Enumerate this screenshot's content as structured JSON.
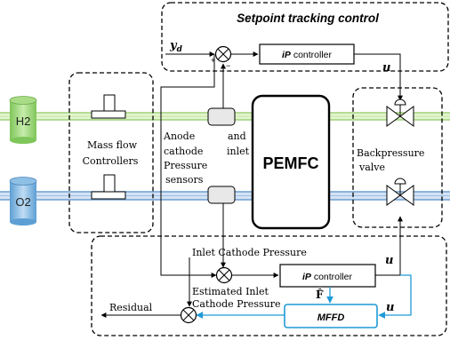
{
  "colors": {
    "h2_pipe": "#b8e08a",
    "h2_pipe_light": "#e4f5cf",
    "o2_pipe": "#7ea6d8",
    "o2_pipe_light": "#d3e3f5",
    "h2_tank": "#9fd97a",
    "o2_tank": "#8ec0e6",
    "mffd_blue": "#1f9ad6",
    "sensor_fill": "#e8e8e8"
  },
  "top_panel": {
    "title": "Setpoint tracking control"
  },
  "bottom_panel": {
    "inlet_cathode_label": "Inlet  Cathode Pressure",
    "estimated_label_line1": "Estimated Inlet",
    "estimated_label_line2": "Cathode Pressure",
    "residual_label": "Residual"
  },
  "signals": {
    "yd_base": "y",
    "yd_sub": "d",
    "u_top": "u",
    "u_bottom1": "u",
    "u_bottom2": "u",
    "f_hat": "F̂"
  },
  "controllers": {
    "top": {
      "prefix": "iP",
      "suffix": " controller"
    },
    "bottom": {
      "prefix": "iP",
      "suffix": " controller"
    }
  },
  "mffd": {
    "label": "MFFD"
  },
  "tanks": {
    "h2": "H2",
    "o2": "O2"
  },
  "mass_flow": {
    "line1": "Mass flow",
    "line2": "Controllers"
  },
  "pressure_sensors": {
    "anode": "Anode",
    "and": "and",
    "cathode": "cathode",
    "inlet": "inlet",
    "line3": "Pressure",
    "line4": "sensors"
  },
  "stack": {
    "label": "PEMFC"
  },
  "backpressure": {
    "line1": "Backpressure",
    "line2": "valve"
  },
  "summing_signs": {
    "plus": "+",
    "minus": "−"
  }
}
